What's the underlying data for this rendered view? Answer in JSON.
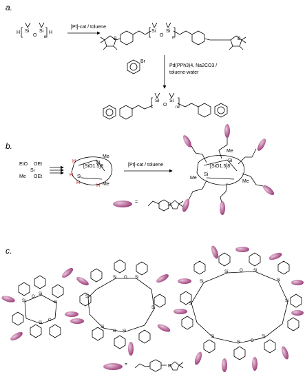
{
  "panels": {
    "a": {
      "label": "a.",
      "reagent_1": "[Pt]-cat / toluene",
      "reagent_2_line1": "Pd(PPh3)4, Na2CO3 /",
      "reagent_2_line2": "toluene-water",
      "atoms": {
        "h": "H",
        "si": "Si",
        "o": "O",
        "n": "n",
        "b": "B",
        "br": "Br"
      }
    },
    "b": {
      "label": "b.",
      "reagent": "[Pt]-cat / toluene",
      "core_label": "[SiO1.5]8",
      "equals": "=",
      "atoms": {
        "eto": "EtO",
        "oet": "OEt",
        "me": "Me",
        "si": "Si",
        "o": "O",
        "h": "H",
        "b": "B"
      }
    },
    "c": {
      "label": "c.",
      "equals": "=",
      "atoms": {
        "si": "Si",
        "o": "O",
        "b": "B"
      }
    }
  },
  "colors": {
    "ellipse_fill": "#9b3c78",
    "ellipse_highlight": "#e9c6dc",
    "hydrogen_red": "#d01010",
    "line": "#000000"
  }
}
